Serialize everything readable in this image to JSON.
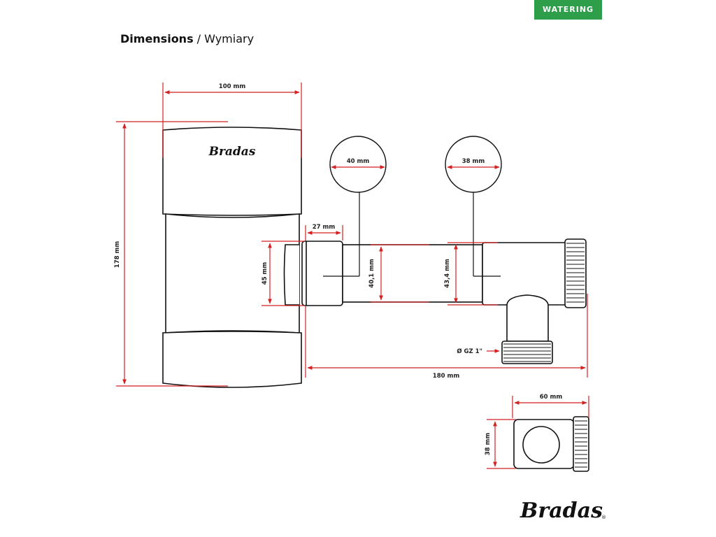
{
  "category_tag": "WATERING",
  "heading": {
    "bold": "Dimensions",
    "separator": " / ",
    "alt": "Wymiary"
  },
  "brand": {
    "product_logo": "Bradas",
    "footer_logo": "Bradas",
    "registered": "®"
  },
  "dimensions": {
    "filter_width": "100 mm",
    "filter_height": "178 mm",
    "inlet_length": "27 mm",
    "inlet_diameter": "45 mm",
    "tube_diameter_a": "40,1 mm",
    "tube_diameter_b": "43,4 mm",
    "detail_a": "40 mm",
    "detail_b": "38 mm",
    "thread": "Ø GZ 1\"",
    "total_length": "180 mm",
    "side_width": "60 mm",
    "side_height": "38 mm"
  },
  "colors": {
    "dimension_line": "#d42222",
    "outline": "#111111",
    "tag_background": "#2e9e4a"
  }
}
